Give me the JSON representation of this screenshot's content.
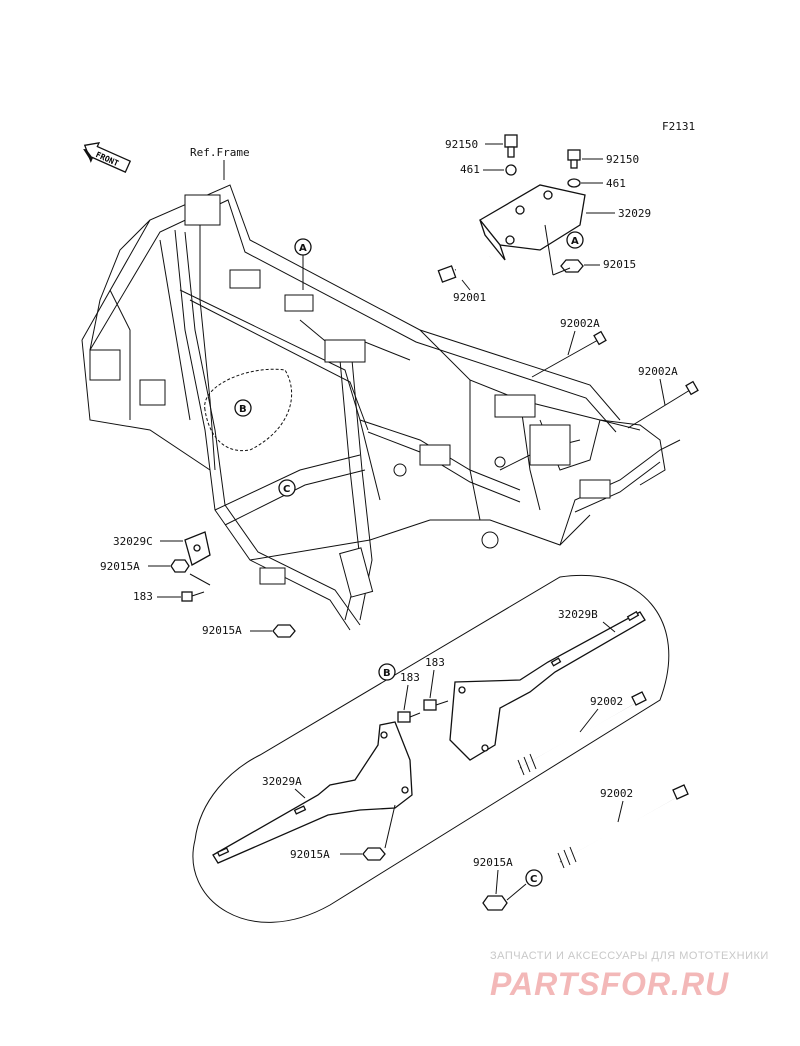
{
  "figure_code": "F2131",
  "front_label": "FRONT",
  "ref_frame_label": "Ref.Frame",
  "callouts": [
    "A",
    "A",
    "B",
    "B",
    "C",
    "C"
  ],
  "part_labels": {
    "p92150_left": "92150",
    "p461_left": "461",
    "p92150_right": "92150",
    "p461_right": "461",
    "p32029": "32029",
    "p92015": "92015",
    "p92001": "92001",
    "p92002A_top": "92002A",
    "p92002A_right": "92002A",
    "p32029C": "32029C",
    "p92015A_left": "92015A",
    "p183_left": "183",
    "p92015A_bottom": "92015A",
    "p32029B": "32029B",
    "p183_a": "183",
    "p183_b": "183",
    "p92002_inset": "92002",
    "p32029A": "32029A",
    "p92015A_inset": "92015A",
    "p92002_lower": "92002",
    "p92015A_lower": "92015A"
  },
  "watermark": {
    "tagline": "ЗАПЧАСТИ И АКСЕССУАРЫ ДЛЯ МОТОТЕХНИКИ",
    "brand": "PARTSFOR.RU"
  }
}
